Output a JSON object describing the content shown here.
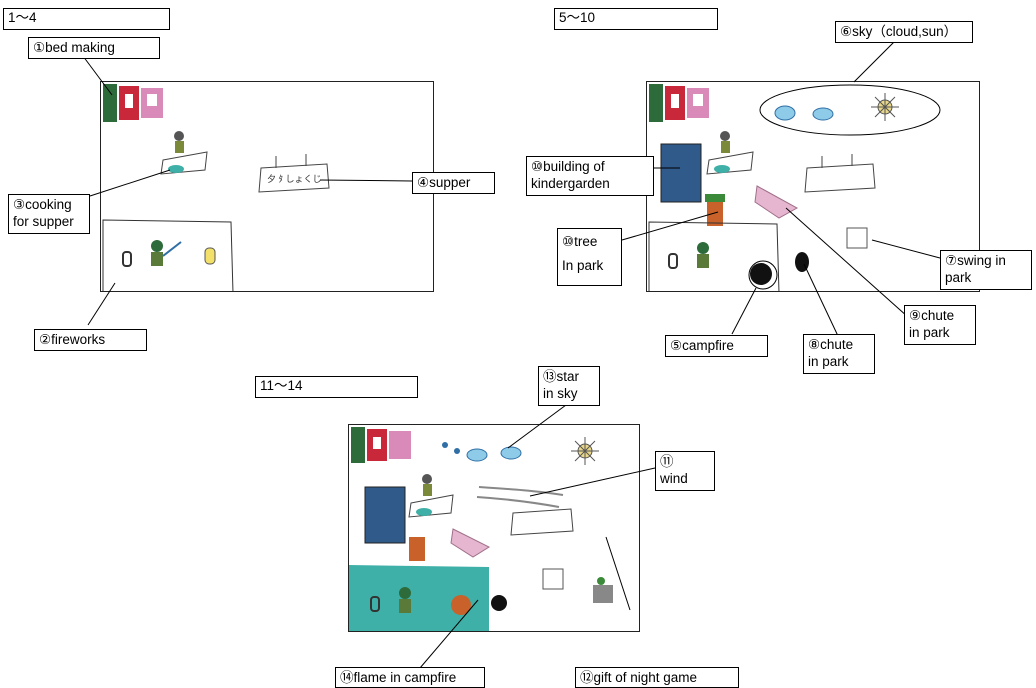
{
  "headers": {
    "h1": "1～4",
    "h2": "5～10",
    "h3": "11～14"
  },
  "labels": {
    "l1": "①bed making",
    "l2": "②fireworks",
    "l3a": "③cooking",
    "l3b": "for supper",
    "l4": "④supper",
    "l5": "⑤campfire",
    "l6": "⑥sky（cloud,sun）",
    "l7a": "⑦swing in",
    "l7b": "park",
    "l8a": "⑧chute",
    "l8b": "in park",
    "l9a": "⑨chute",
    "l9b": "in park",
    "l10a1": "⑩building of",
    "l10a2": "kindergarden",
    "l10b1": "⑩tree",
    "l10b2": "In park",
    "l11a": "⑪",
    "l11b": "wind",
    "l12": "⑫gift of night game",
    "l13a": "⑬star",
    "l13b": "in sky",
    "l14": "⑭flame in campfire"
  },
  "drawing_text": {
    "sign": "夕 ﾀ しょくじ"
  },
  "colors": {
    "red_flag": "#c8283a",
    "green_flag": "#2e6b3a",
    "pink_flag": "#d98ab8",
    "teal": "#3fb0a8",
    "blue": "#2f6fa6",
    "orange": "#c8622a"
  }
}
